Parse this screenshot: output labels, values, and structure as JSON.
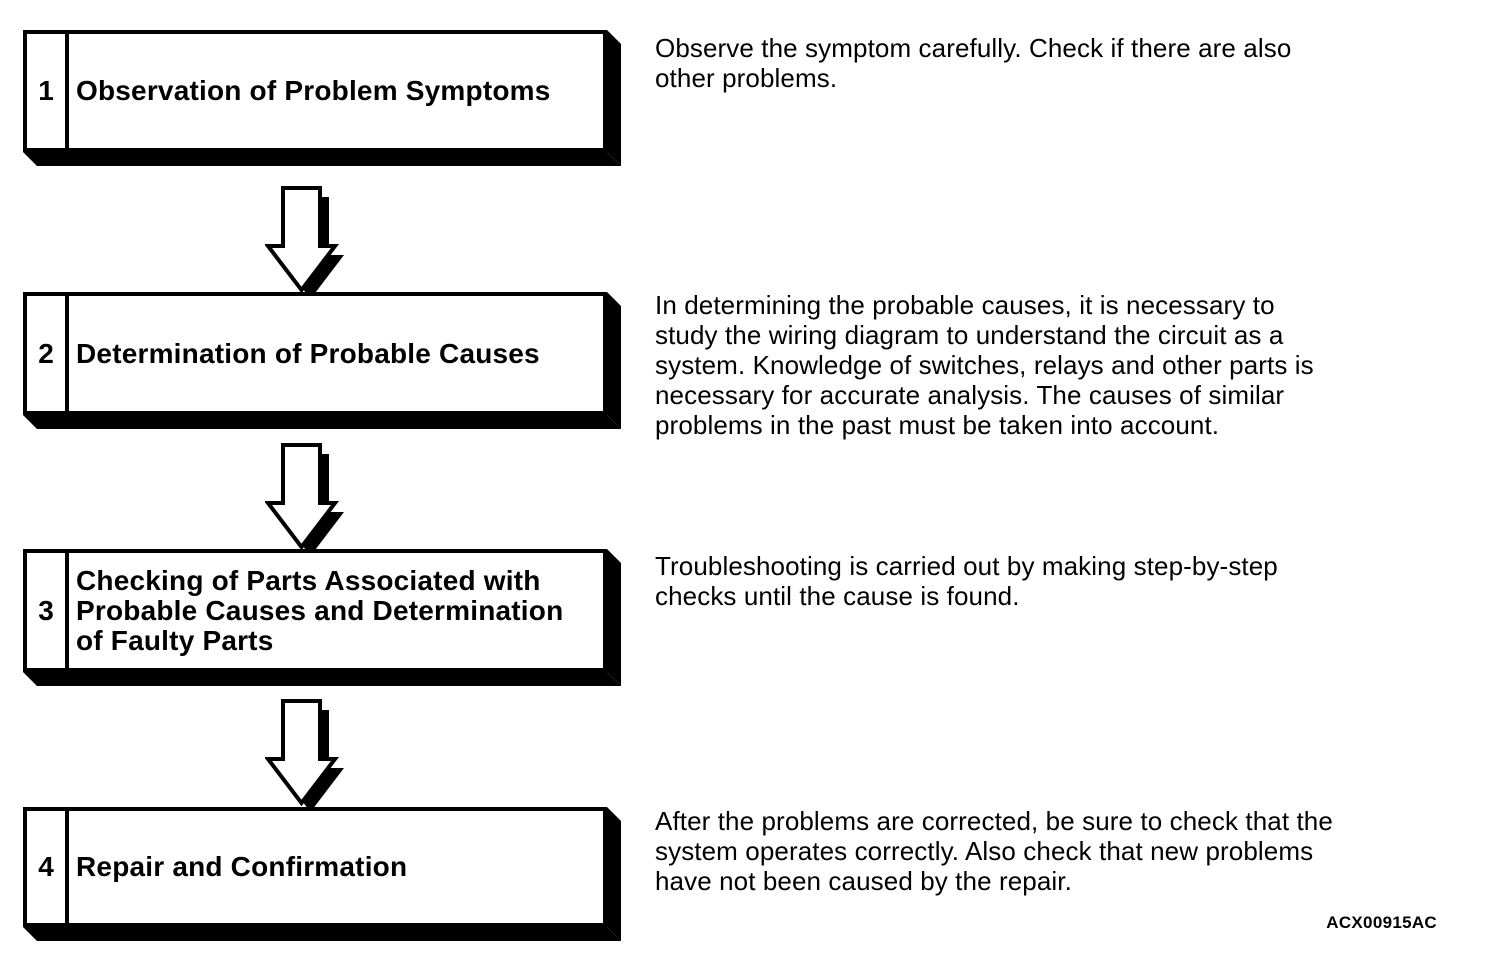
{
  "page": {
    "background": "#ffffff",
    "ink_color": "#000000",
    "figure_code": "ACX00915AC"
  },
  "flowchart": {
    "connector_icon": "down-block-arrow",
    "steps": [
      {
        "number": "1",
        "title": "Observation of Problem Symptoms",
        "description": "Observe the symptom carefully. Check if there are also\nother problems."
      },
      {
        "number": "2",
        "title": "Determination of Probable Causes",
        "description": "In determining the probable causes, it is necessary to\nstudy the wiring diagram to understand the circuit as a\nsystem. Knowledge of switches, relays and other parts is\nnecessary for accurate analysis. The causes of similar\nproblems in the past must be taken into account."
      },
      {
        "number": "3",
        "title": "Checking of Parts Associated with\nProbable Causes and Determination\nof Faulty Parts",
        "description": "Troubleshooting is carried out by making step-by-step\nchecks until the cause is found."
      },
      {
        "number": "4",
        "title": "Repair and Confirmation",
        "description": "After the problems are corrected, be sure to check that the\nsystem operates correctly. Also check that new problems\nhave not been caused by the repair."
      }
    ]
  }
}
